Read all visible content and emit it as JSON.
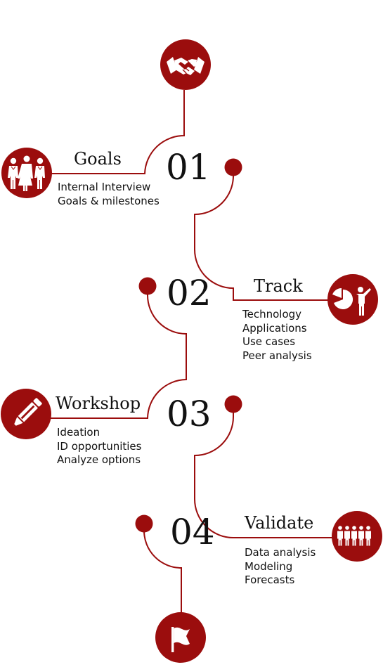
{
  "colors": {
    "accent": "#9b0d0d",
    "text": "#111111"
  },
  "start": {
    "icon": "handshake-icon"
  },
  "end": {
    "icon": "flag-icon"
  },
  "steps": [
    {
      "number": "01",
      "title": "Goals",
      "icon": "people-group-icon",
      "lines": [
        "Internal Interview",
        "Goals & milestones"
      ]
    },
    {
      "number": "02",
      "title": "Track",
      "icon": "presentation-pie-chart-icon",
      "lines": [
        "Technology",
        "Applications",
        "Use cases",
        "Peer analysis"
      ]
    },
    {
      "number": "03",
      "title": "Workshop",
      "icon": "pencil-icon",
      "lines": [
        "Ideation",
        "ID opportunities",
        "Analyze options"
      ]
    },
    {
      "number": "04",
      "title": "Validate",
      "icon": "crowd-icon",
      "lines": [
        "Data analysis",
        "Modeling",
        "Forecasts"
      ]
    }
  ]
}
